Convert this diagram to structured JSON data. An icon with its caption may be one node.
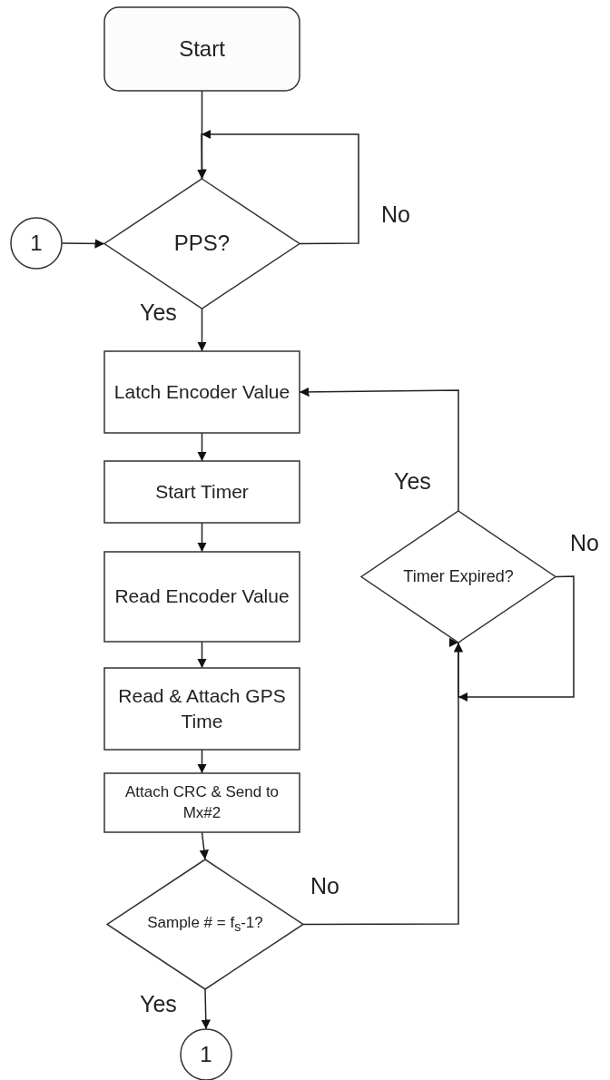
{
  "diagram": {
    "nodes": [
      {
        "text": [
          "Start"
        ]
      },
      {
        "text": [
          "1"
        ]
      },
      {
        "text": [
          "PPS?"
        ]
      },
      {
        "text": [
          "Latch Encoder Value"
        ]
      },
      {
        "text": [
          "Start Timer"
        ]
      },
      {
        "text": [
          "Read Encoder Value"
        ]
      },
      {
        "text": [
          "Read & Attach GPS Time"
        ]
      },
      {
        "text": [
          "Attach CRC & Send to Mx#2"
        ]
      },
      {
        "text": [
          "Sample # = f$_{s}$-1?"
        ]
      },
      {
        "text": [
          "1"
        ]
      },
      {
        "text": [
          "Timer Expired?"
        ]
      }
    ],
    "edges": [
      {
        "from": 0,
        "to": 2,
        "arrow": "to"
      },
      {
        "from": 1,
        "to": 2,
        "arrow": "to"
      },
      {
        "from": 2,
        "to": 2,
        "arrow": "to",
        "label": "No"
      },
      {
        "from": 2,
        "to": 3,
        "arrow": "to",
        "label": "Yes"
      },
      {
        "from": 3,
        "to": 4,
        "arrow": "to"
      },
      {
        "from": 4,
        "to": 5,
        "arrow": "to"
      },
      {
        "from": 5,
        "to": 6,
        "arrow": "to"
      },
      {
        "from": 6,
        "to": 7,
        "arrow": "to"
      },
      {
        "from": 7,
        "to": 8,
        "arrow": "to"
      },
      {
        "from": 8,
        "to": 9,
        "arrow": "to",
        "label": "Yes"
      },
      {
        "from": 8,
        "to": 10,
        "arrow": "to",
        "label": "No"
      },
      {
        "from": 10,
        "to": 3,
        "arrow": "to",
        "label": "Yes"
      },
      {
        "from": 10,
        "to": 10,
        "arrow": "to",
        "label": "No"
      }
    ]
  }
}
